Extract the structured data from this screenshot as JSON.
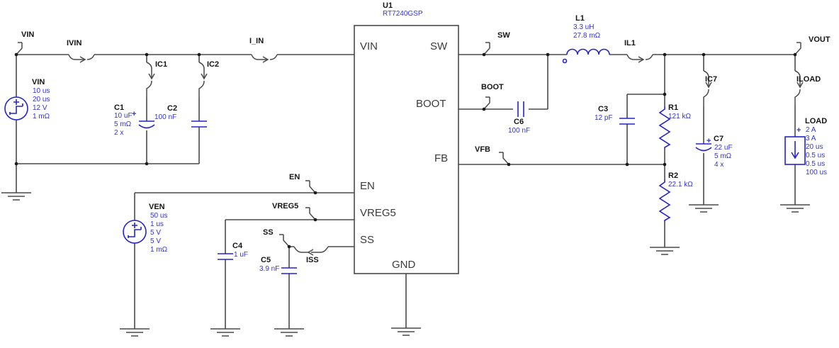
{
  "chip": {
    "designator": "U1",
    "part_number": "RT7240GSP",
    "pins": {
      "vin": "VIN",
      "sw": "SW",
      "boot": "BOOT",
      "fb": "FB",
      "en": "EN",
      "vreg5": "VREG5",
      "ss": "SS",
      "gnd": "GND"
    }
  },
  "nodes": {
    "vin": "VIN",
    "ivin": "IVIN",
    "ic1": "IC1",
    "ic2": "IC2",
    "i_in": "I_IN",
    "sw": "SW",
    "boot": "BOOT",
    "vfb": "VFB",
    "en": "EN",
    "vreg5": "VREG5",
    "ss": "SS",
    "iss": "ISS",
    "il1": "IL1",
    "vout": "VOUT",
    "ic7": "IC7",
    "iload": "ILOAD"
  },
  "components": {
    "vin_source": {
      "designator": "VIN",
      "plus": "+",
      "params": [
        "10 us",
        "20 us",
        "12 V",
        "1 mΩ"
      ]
    },
    "ven_source": {
      "designator": "VEN",
      "params": [
        "50 us",
        "1 us",
        "5 V",
        "5 V",
        "1 mΩ"
      ]
    },
    "load": {
      "designator": "LOAD",
      "plus": "+",
      "params": [
        "2 A",
        "3 A",
        "20 us",
        "0.5 us",
        "0.5 us",
        "100 us"
      ]
    },
    "c1": {
      "designator": "C1",
      "plus": "+",
      "params": [
        "10 uF",
        "5 mΩ",
        "2 x"
      ]
    },
    "c2": {
      "designator": "C2",
      "value": "100 nF"
    },
    "c3": {
      "designator": "C3",
      "value": "12 pF"
    },
    "c4": {
      "designator": "C4",
      "value": "1 uF"
    },
    "c5": {
      "designator": "C5",
      "value": "3.9 nF"
    },
    "c6": {
      "designator": "C6",
      "value": "100 nF"
    },
    "c7": {
      "designator": "C7",
      "plus": "+",
      "params": [
        "22 uF",
        "5 mΩ",
        "4 x"
      ]
    },
    "l1": {
      "designator": "L1",
      "params": [
        "3.3 uH",
        "27.8 mΩ"
      ]
    },
    "r1": {
      "designator": "R1",
      "value": "121 kΩ"
    },
    "r2": {
      "designator": "R2",
      "value": "22.1 kΩ"
    }
  },
  "colors": {
    "wire": "#4a4a4a",
    "component_blue": "#2323cc",
    "value_text": "#3333cc",
    "label_text": "#151515"
  }
}
